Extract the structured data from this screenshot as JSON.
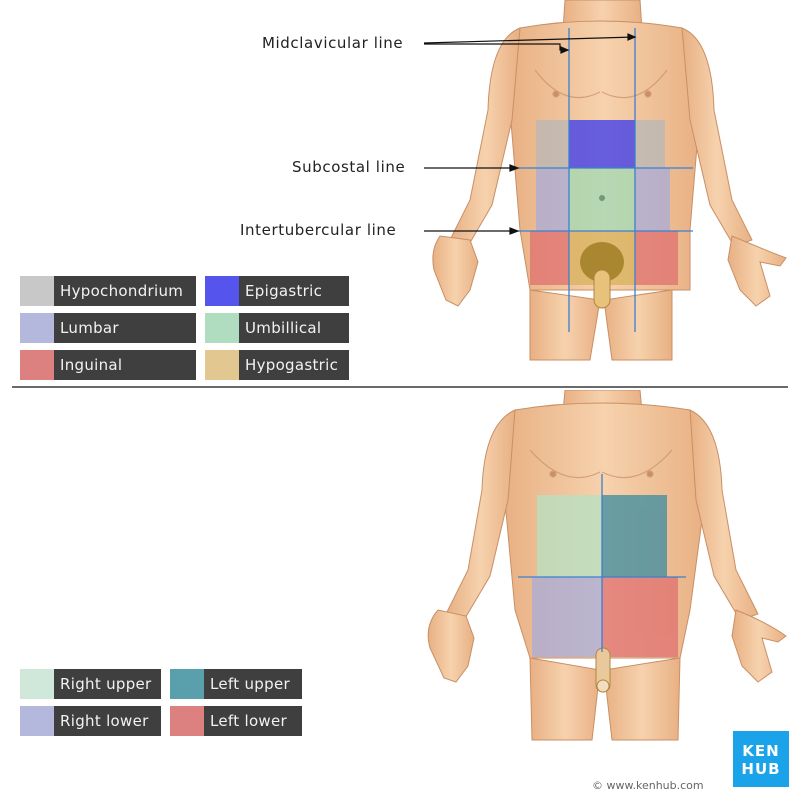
{
  "top": {
    "lines": {
      "midclavicular": "Midclavicular line",
      "subcostal": "Subcostal line",
      "intertubercular": "Intertubercular line"
    },
    "legend": [
      {
        "label": "Hypochondrium",
        "color": "#c8c8c8"
      },
      {
        "label": "Epigastric",
        "color": "#5555ee"
      },
      {
        "label": "Lumbar",
        "color": "#b4b8dc"
      },
      {
        "label": "Umbillical",
        "color": "#b0dcc0"
      },
      {
        "label": "Inguinal",
        "color": "#dd8080"
      },
      {
        "label": "Hypogastric",
        "color": "#e2c890"
      }
    ]
  },
  "bottom": {
    "legend": [
      {
        "label": "Right upper",
        "color": "#cfe8da"
      },
      {
        "label": "Left upper",
        "color": "#5aa0ac"
      },
      {
        "label": "Right lower",
        "color": "#b4b8dc"
      },
      {
        "label": "Left lower",
        "color": "#dd8080"
      }
    ]
  },
  "branding": {
    "logo_line1": "KEN",
    "logo_line2": "HUB",
    "copyright": "© www.kenhub.com"
  },
  "colors": {
    "skin": "#f0c49a",
    "skin_shadow": "#d9a27a",
    "guide_line": "#3a80d0"
  }
}
